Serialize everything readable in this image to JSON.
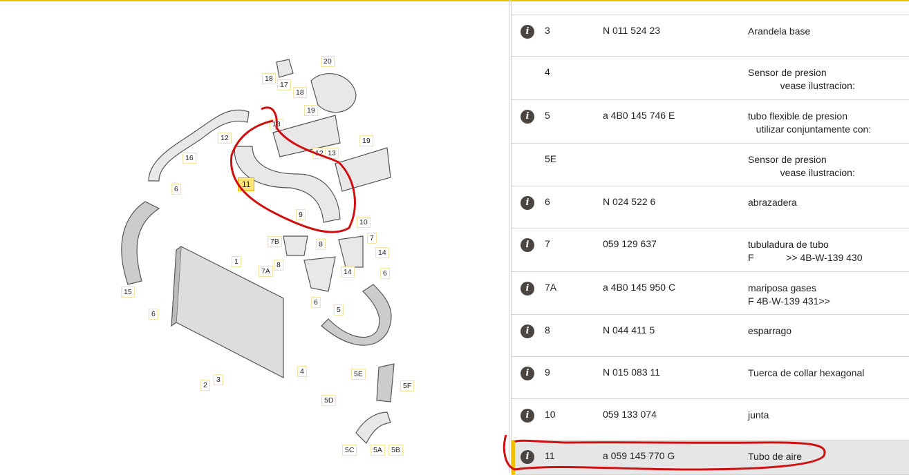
{
  "diagram": {
    "callouts": [
      "18",
      "17",
      "18",
      "20",
      "19",
      "13",
      "12",
      "16",
      "12",
      "13",
      "19",
      "11",
      "6",
      "9",
      "10",
      "7B",
      "8",
      "7",
      "14",
      "1",
      "8",
      "7A",
      "14",
      "6",
      "15",
      "6",
      "5",
      "6",
      "4",
      "5E",
      "5F",
      "2",
      "3",
      "5D",
      "5C",
      "5A",
      "5B"
    ],
    "highlighted_callout": "11"
  },
  "parts": [
    {
      "num": "3",
      "part": "N   011 524 23",
      "desc": "Arandela base",
      "info": true
    },
    {
      "num": "4",
      "part": "",
      "desc": "Sensor de presion\n            vease ilustracion:",
      "info": false
    },
    {
      "num": "5",
      "part": "a 4B0 145 746 E",
      "desc": "tubo flexible de presion\n   utilizar conjuntamente con:",
      "info": true
    },
    {
      "num": "5E",
      "part": "",
      "desc": "Sensor de presion\n            vease ilustracion:",
      "info": false
    },
    {
      "num": "6",
      "part": "N   024 522 6",
      "desc": "abrazadera",
      "info": true
    },
    {
      "num": "7",
      "part": "059 129 637",
      "desc": "tubuladura de tubo\nF            >> 4B-W-139 430",
      "info": true
    },
    {
      "num": "7A",
      "part": "a 4B0 145 950 C",
      "desc": "mariposa gases\nF 4B-W-139 431>>",
      "info": true
    },
    {
      "num": "8",
      "part": "N   044 411 5",
      "desc": "esparrago",
      "info": true
    },
    {
      "num": "9",
      "part": "N   015 083 11",
      "desc": "Tuerca de collar hexagonal",
      "info": true
    },
    {
      "num": "10",
      "part": "059 133 074",
      "desc": "junta",
      "info": true
    },
    {
      "num": "11",
      "part": "a 059 145 770 G",
      "desc": "Tubo de aire",
      "info": true,
      "selected": true
    }
  ],
  "info_icon_glyph": "i",
  "colors": {
    "accent": "#f0c000",
    "annotation": "#d01010",
    "selected_row": "#e6e6e6"
  }
}
